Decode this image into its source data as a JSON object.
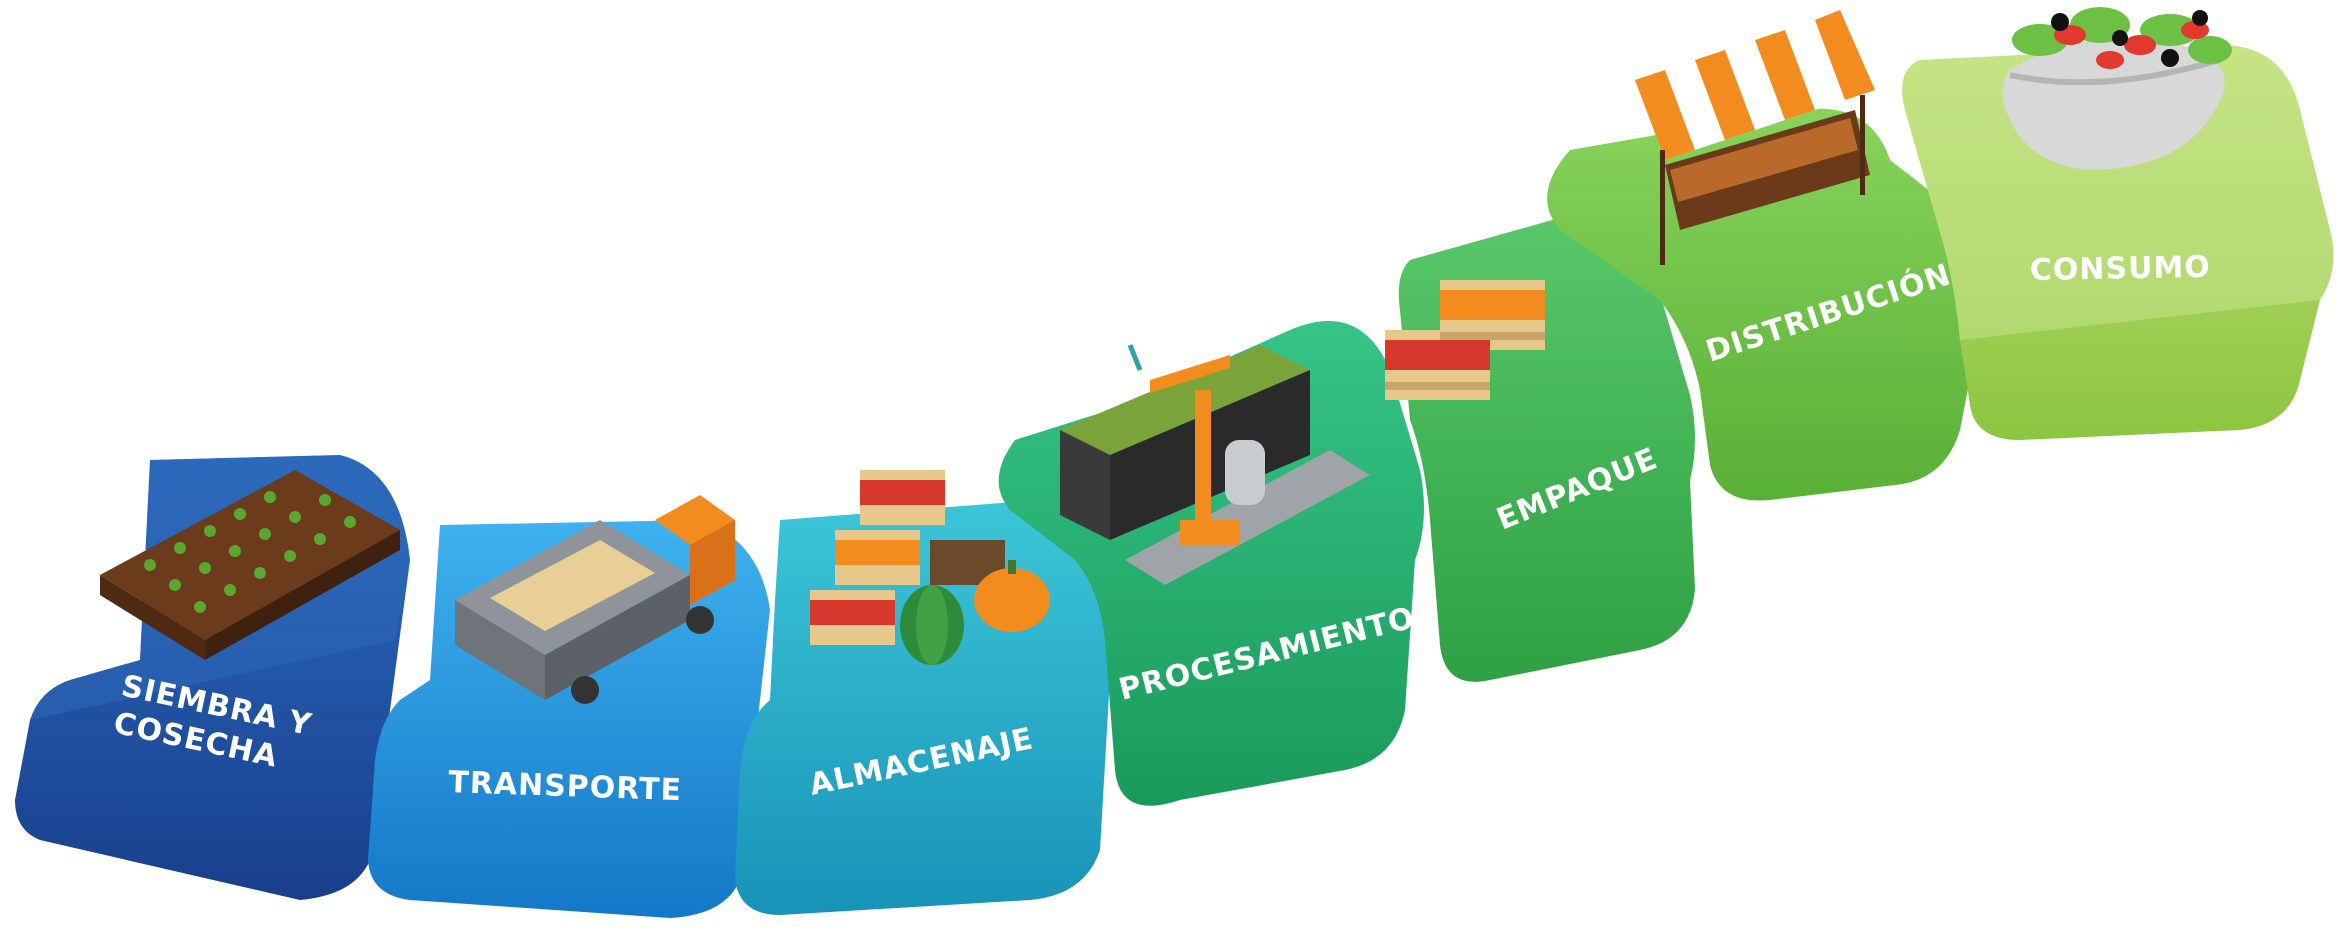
{
  "colors": {
    "siembra": "#1f4fa0",
    "transporte": "#1e8fdc",
    "almacenaje": "#23a9c8",
    "procesamiento": "#22ad6e",
    "empaque": "#3db34e",
    "distribucion": "#6cc043",
    "consumo": "#9fd052"
  },
  "steps": [
    {
      "id": "siembra",
      "line1": "SIEMBRA Y",
      "line2": "COSECHA",
      "icon": "crop-field-icon"
    },
    {
      "id": "transporte",
      "line1": "TRANSPORTE",
      "line2": "",
      "icon": "truck-icon"
    },
    {
      "id": "almacenaje",
      "line1": "ALMACENAJE",
      "line2": "",
      "icon": "storage-crates-icon"
    },
    {
      "id": "procesamiento",
      "line1": "PROCESAMIENTO",
      "line2": "",
      "icon": "processing-machine-icon"
    },
    {
      "id": "empaque",
      "line1": "EMPAQUE",
      "line2": "",
      "icon": "packing-crates-icon"
    },
    {
      "id": "distribucion",
      "line1": "DISTRIBUCIÓN",
      "line2": "",
      "icon": "market-stall-icon"
    },
    {
      "id": "consumo",
      "line1": "CONSUMO",
      "line2": "",
      "icon": "salad-bowl-icon"
    }
  ]
}
